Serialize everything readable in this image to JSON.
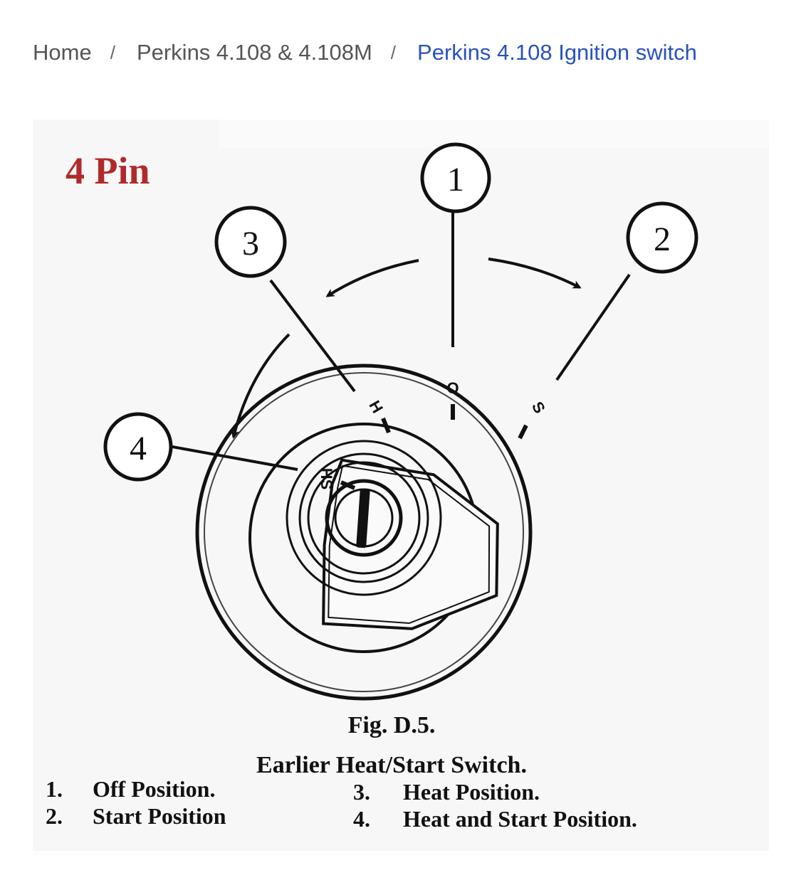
{
  "breadcrumb": {
    "items": [
      {
        "label": "Home"
      },
      {
        "label": "Perkins 4.108 & 4.108M"
      },
      {
        "label": "Perkins 4.108 Ignition switch"
      }
    ],
    "separator": "/"
  },
  "figure": {
    "pin_label": "4 Pin",
    "callouts": [
      "1",
      "2",
      "3",
      "4"
    ],
    "dial_marks": {
      "off": "O",
      "heat": "H",
      "start": "S",
      "heat_start": "HS"
    },
    "caption_title": "Fig. D.5.",
    "caption_subtitle": "Earlier Heat/Start Switch.",
    "legend": [
      {
        "num": "1.",
        "text": "Off Position."
      },
      {
        "num": "2.",
        "text": "Start Position"
      },
      {
        "num": "3.",
        "text": "Heat Position."
      },
      {
        "num": "4.",
        "text": "Heat and Start Position."
      }
    ]
  },
  "colors": {
    "link": "#2a52be",
    "pin_label": "#b02a2a",
    "ink": "#111111",
    "paper": "#f7f7f7"
  }
}
